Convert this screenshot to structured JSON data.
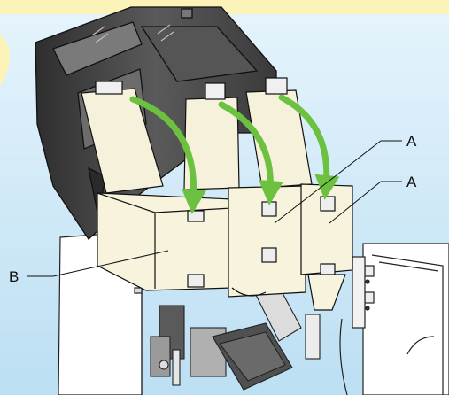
{
  "callouts": {
    "a_upper": "A",
    "a_lower": "A",
    "b": "B"
  },
  "colors": {
    "banner": "#fbf3b8",
    "background_top": "#e3f2fb",
    "background_bottom": "#bfe0f3",
    "arrow": "#6cc240",
    "lid_dark": "#3b3b3b",
    "canister": "#f7f3dc"
  }
}
